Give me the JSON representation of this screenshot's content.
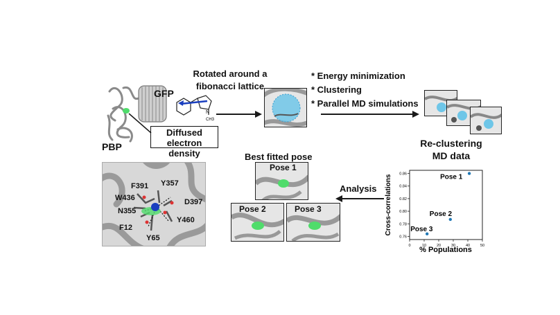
{
  "top_row": {
    "protein_labels": {
      "gfp": "GFP",
      "pbp": "PBP"
    },
    "density_label": "Diffused\nelectron density",
    "rotation_label": "Rotated around a\nfibonacci lattice",
    "ligand_atom_label": "N",
    "ligand_methyl_label": "CH3",
    "steps": [
      "* Energy minimization",
      "* Clustering",
      "* Parallel MD simulations"
    ],
    "reclustering_label": "Re-clustering\nMD data"
  },
  "bottom_row": {
    "residues": [
      "F391",
      "Y357",
      "W436",
      "D397",
      "N355",
      "Y460",
      "F12",
      "Y65"
    ],
    "best_pose_title": "Best fitted pose",
    "poses": [
      "Pose 1",
      "Pose 2",
      "Pose 3"
    ],
    "analysis_label": "Analysis"
  },
  "chart_data": {
    "type": "scatter",
    "xlabel": "% Populations",
    "ylabel": "Cross-correlations",
    "xlim": [
      0,
      50
    ],
    "ylim": [
      0.755,
      0.865
    ],
    "xticks": [
      0,
      10,
      20,
      30,
      40,
      50
    ],
    "yticks": [
      0.76,
      0.78,
      0.8,
      0.82,
      0.84,
      0.86
    ],
    "points": [
      {
        "label": "Pose 1",
        "x": 41,
        "y": 0.86
      },
      {
        "label": "Pose 2",
        "x": 28,
        "y": 0.787
      },
      {
        "label": "Pose 3",
        "x": 12,
        "y": 0.764
      }
    ],
    "point_color": "#1f77b4",
    "grid": false
  },
  "colors": {
    "arrow": "#1a1a1a",
    "protein": "#9a9a9a",
    "density_cyan": "#6ec6e8",
    "ligand_green": "#4fdc6b",
    "ligand_blue": "#1a3fbf"
  }
}
